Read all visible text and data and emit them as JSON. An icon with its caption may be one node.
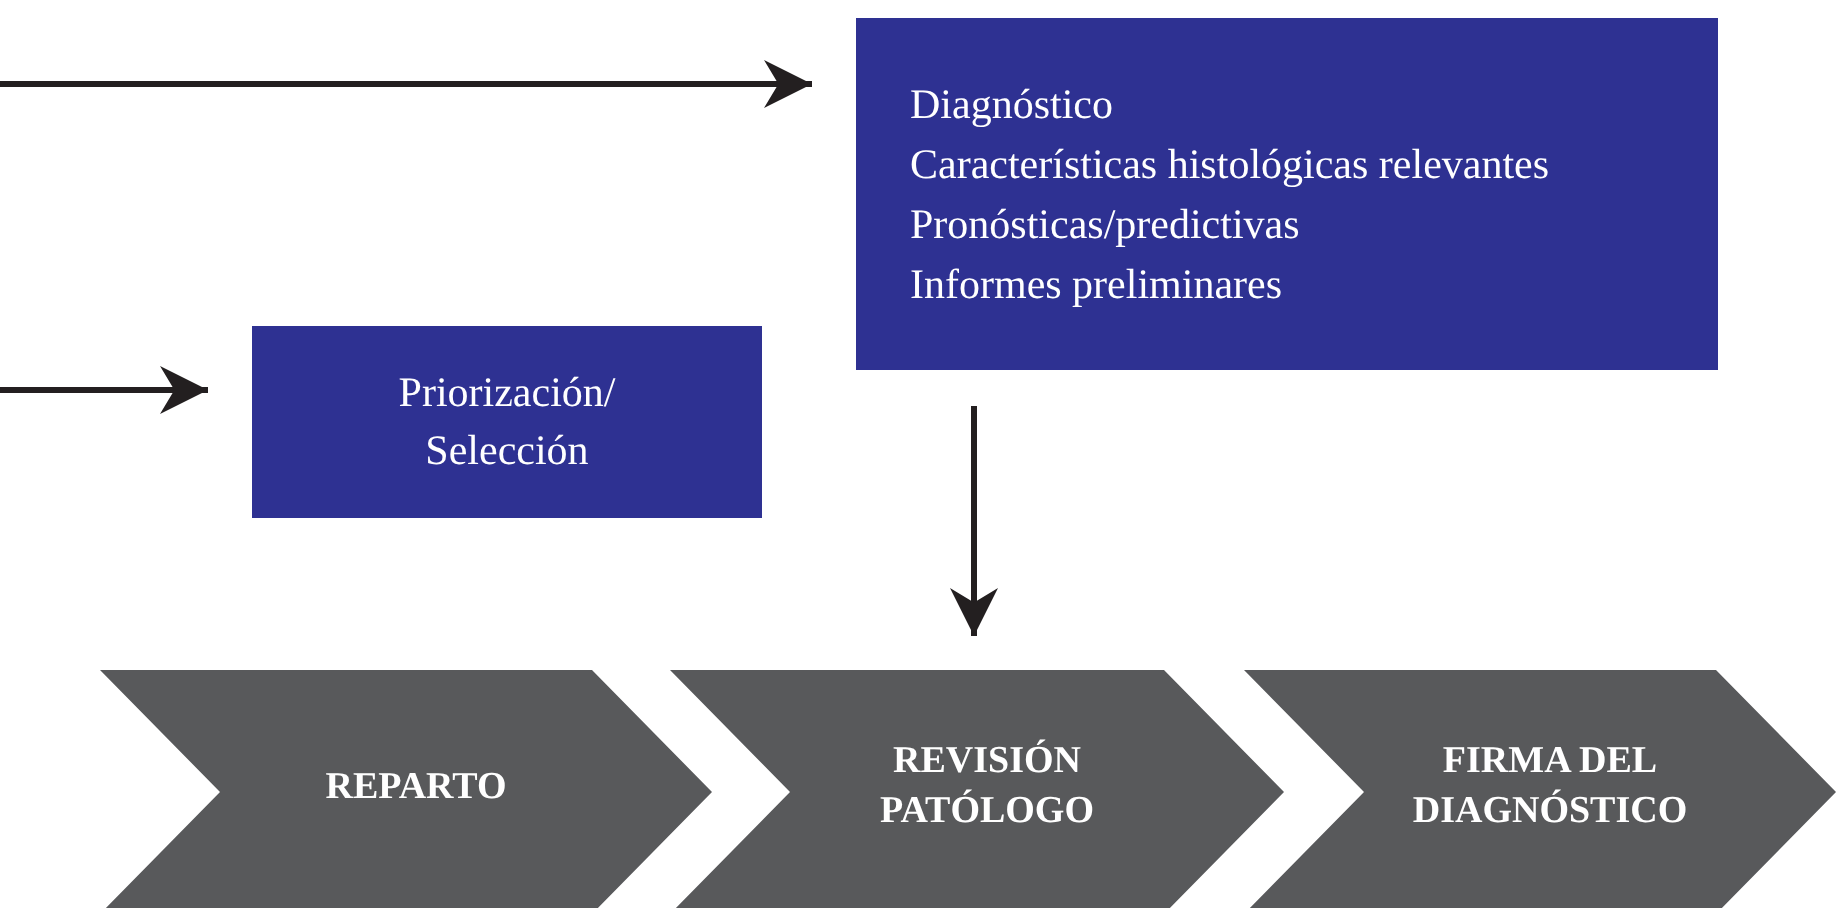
{
  "diagram": {
    "nodes": [
      {
        "text": [
          "Diagnóstico",
          "Características histológicas relevantes",
          "Pronósticas/predictivas",
          "Informes preliminares"
        ]
      },
      {
        "text": [
          "Priorización/ Selección"
        ]
      },
      {
        "text": [
          "REPARTO"
        ]
      },
      {
        "text": [
          "REVISIÓN PATÓLOGO"
        ]
      },
      {
        "text": [
          "FIRMA DEL DIAGNÓSTICO"
        ]
      }
    ],
    "edges": [
      {
        "from": null,
        "to": 0,
        "arrow": "to"
      },
      {
        "from": null,
        "to": 1,
        "arrow": "to"
      },
      {
        "from": 0,
        "to": 3,
        "arrow": "to"
      }
    ]
  }
}
